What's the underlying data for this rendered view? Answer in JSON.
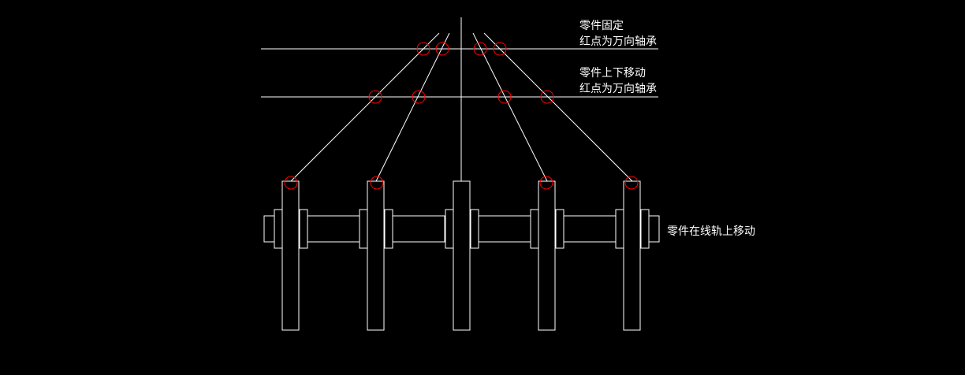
{
  "annotations": {
    "fixed_line1": "零件固定",
    "fixed_line2": "红点为万向轴承",
    "moving_line1": "零件上下移动",
    "moving_line2": "红点为万向轴承",
    "rail_label": "零件在线轨上移动"
  },
  "colors": {
    "background": "#000000",
    "lines": "#ffffff",
    "bearing": "#ff0000"
  }
}
